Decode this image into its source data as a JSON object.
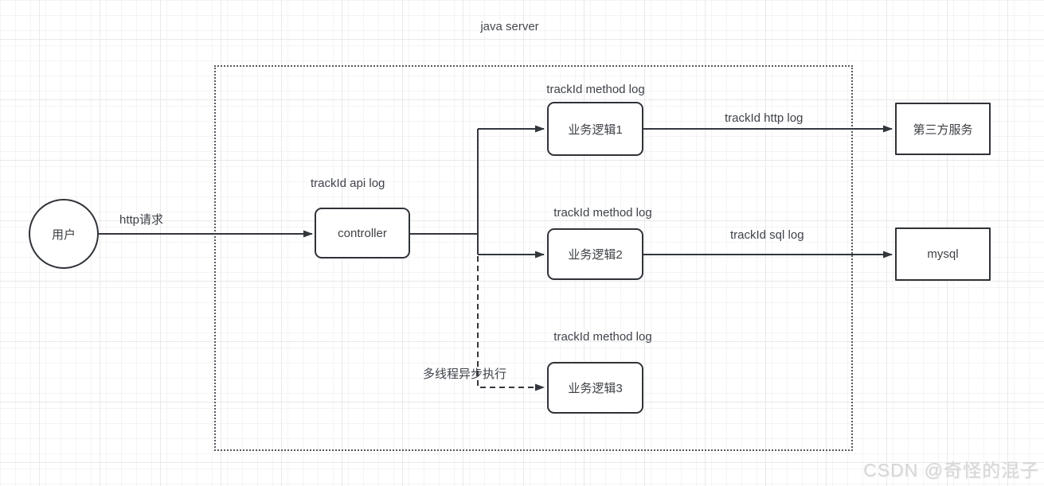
{
  "diagram": {
    "title": "java server",
    "nodes": {
      "user": "用户",
      "controller": "controller",
      "logic1": "业务逻辑1",
      "logic2": "业务逻辑2",
      "logic3": "业务逻辑3",
      "third_party": "第三方服务",
      "mysql": "mysql"
    },
    "labels": {
      "http_request": "http请求",
      "trackid_api_log": "trackId api log",
      "trackid_method_log_1": "trackId method log",
      "trackid_method_log_2": "trackId method log",
      "trackid_method_log_3": "trackId method log",
      "trackid_http_log": "trackId http log",
      "trackid_sql_log": "trackId sql log",
      "async_execution": "多线程异步执行"
    },
    "colors": {
      "line": "#33373d",
      "node_border": "#2f3338",
      "text": "#3f434a",
      "container_border": "#55585e",
      "watermark": "#d6d6d6"
    }
  },
  "watermark": "CSDN @奇怪的混子"
}
